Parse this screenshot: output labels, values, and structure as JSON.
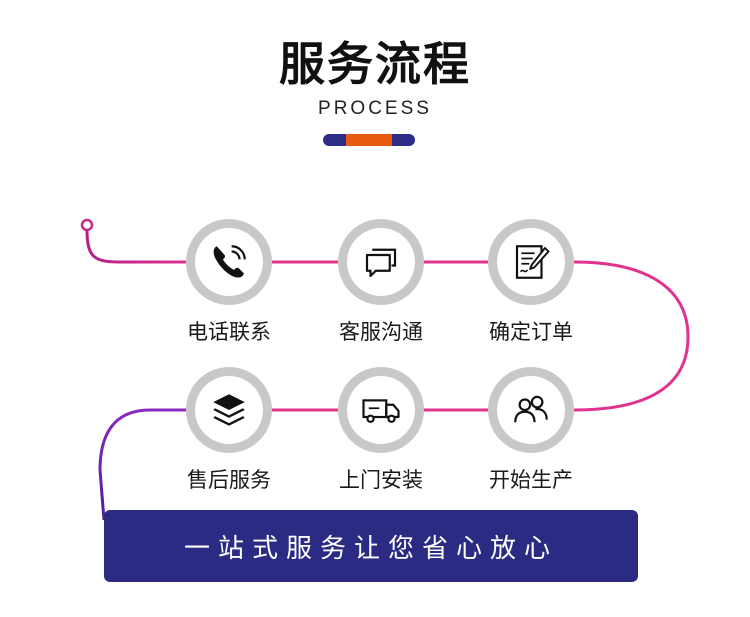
{
  "header": {
    "title": "服务流程",
    "subtitle": "PROCESS"
  },
  "colors": {
    "accent_navy": "#2e2d86",
    "accent_orange": "#e85a12",
    "line_pink": "#e0338f",
    "line_purple": "#6a1fa0"
  },
  "steps": [
    {
      "label": "电话联系",
      "icon": "phone-icon"
    },
    {
      "label": "客服沟通",
      "icon": "chat-icon"
    },
    {
      "label": "确定订单",
      "icon": "contract-icon"
    },
    {
      "label": "开始生产",
      "icon": "people-icon"
    },
    {
      "label": "上门安装",
      "icon": "truck-icon"
    },
    {
      "label": "售后服务",
      "icon": "layers-icon"
    }
  ],
  "banner": {
    "text": "一站式服务让您省心放心"
  }
}
